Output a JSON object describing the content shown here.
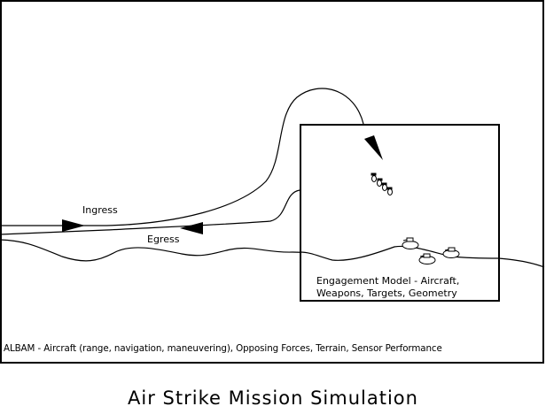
{
  "labels": {
    "ingress": "Ingress",
    "egress": "Egress",
    "engagement_line1": "Engagement Model - Aircraft,",
    "engagement_line2": "Weapons, Targets, Geometry",
    "albam": "ALBAM - Aircraft (range, navigation, maneuvering), Opposing Forces, Terrain, Sensor Performance"
  },
  "title": "Air Strike Mission Simulation",
  "colors": {
    "line": "#000000",
    "background": "#ffffff"
  }
}
